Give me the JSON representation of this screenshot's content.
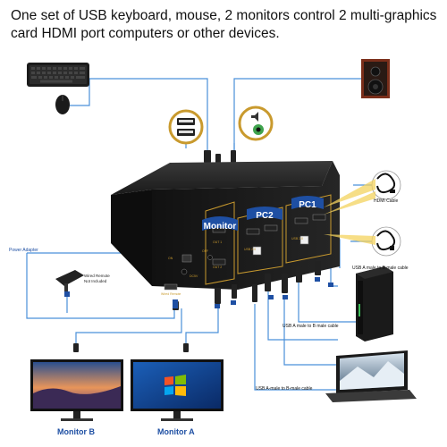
{
  "title": "One set of USB keyboard, mouse, 2 monitors control 2 multi-graphics card HDMI port computers or other devices.",
  "labels": {
    "monitor_badge": "Monitor",
    "pc2_badge": "PC2",
    "pc1_badge": "PC1",
    "hdmi_cable": "HDMI Cable",
    "power_adapter": "Power Adapter",
    "wired_remote": "Wired Remote\nNot Included",
    "usb_cable_1": "USB A male to B male cable",
    "usb_cable_2": "USB A male to B male cable",
    "usb_cable_3": "USB A-male to B-male cable",
    "monitor_b": "Monitor B",
    "monitor_a": "Monitor A",
    "on": "ON",
    "off": "OFF",
    "out1": "OUT 1",
    "out2": "OUT 2",
    "usb20_a": "USB 2.0",
    "usb20_b": "USB 2.0",
    "dc5v": "DC5V",
    "wired_remote_port": "Wired Remote"
  },
  "colors": {
    "cable_blue": "#4a90d9",
    "accent_blue": "#1e4fa3",
    "device_black": "#151515",
    "gold": "#c99a2e"
  },
  "icons": [
    "keyboard-icon",
    "mouse-icon",
    "speaker-icon",
    "usb-port-icon",
    "audio-port-icon",
    "hdmi-cable-icon",
    "computer-tower-icon",
    "monitor-icon",
    "laptop-icon",
    "remote-icon"
  ]
}
